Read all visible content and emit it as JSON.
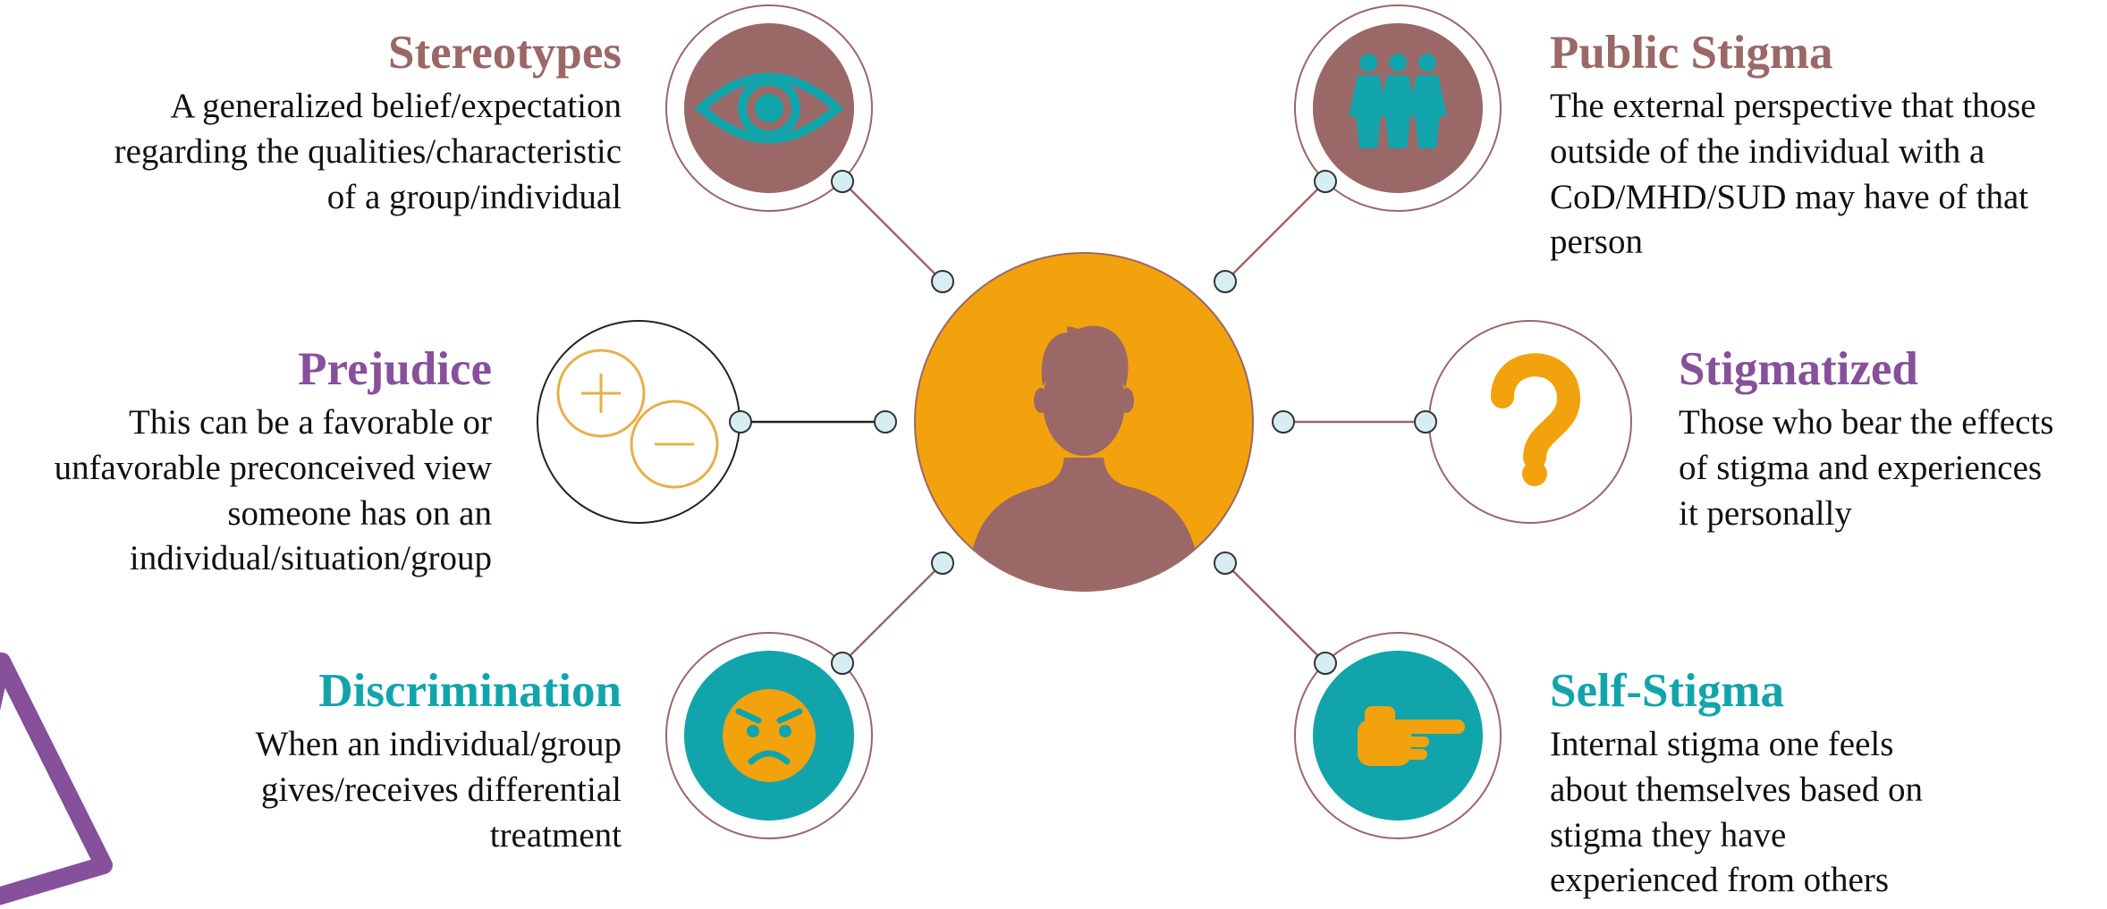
{
  "colors": {
    "mauve": "#9a6866",
    "purple": "#86509a",
    "teal": "#12a4ab",
    "orange": "#f2a20c",
    "light_blue": "#d6eef3",
    "gold_outline": "#e6b04a"
  },
  "center": {
    "icon": "person-silhouette-icon"
  },
  "items": [
    {
      "key": "stereotypes",
      "title": "Stereotypes",
      "description_lines": [
        "A generalized belief/expectation",
        "regarding the qualities/characteristic",
        "of a group/individual"
      ],
      "icon": "eye-icon",
      "title_color": "#9a6866"
    },
    {
      "key": "public-stigma",
      "title": "Public Stigma",
      "description_lines": [
        "The external perspective that those",
        "outside of the individual with a",
        "CoD/MHD/SUD may have of that",
        "person"
      ],
      "icon": "people-group-icon",
      "title_color": "#9a6866"
    },
    {
      "key": "prejudice",
      "title": "Prejudice",
      "description_lines": [
        "This can be a favorable or",
        "unfavorable preconceived view",
        "someone has on an",
        "individual/situation/group"
      ],
      "icon": "plus-minus-icon",
      "title_color": "#86509a"
    },
    {
      "key": "stigmatized",
      "title": "Stigmatized",
      "description_lines": [
        "Those who bear the effects",
        "of stigma and experiences",
        "it personally"
      ],
      "icon": "question-mark-icon",
      "title_color": "#86509a"
    },
    {
      "key": "discrimination",
      "title": "Discrimination",
      "description_lines": [
        "When an individual/group",
        "gives/receives differential",
        "treatment"
      ],
      "icon": "angry-face-icon",
      "title_color": "#12a4ab"
    },
    {
      "key": "self-stigma",
      "title": "Self-Stigma",
      "description_lines": [
        "Internal stigma one feels",
        "about themselves based on",
        "stigma they have",
        "experienced from others"
      ],
      "icon": "pointing-hand-icon",
      "title_color": "#12a4ab"
    }
  ]
}
